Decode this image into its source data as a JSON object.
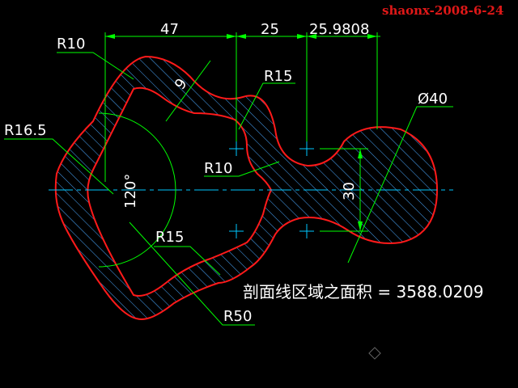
{
  "author_stamp": "shaonx-2008-6-24",
  "dimensions": {
    "top_1": "47",
    "top_2": "25",
    "top_3": "25.9808",
    "r10_top": "R10",
    "r15_top": "R15",
    "r16_5": "R16.5",
    "r10_mid": "R10",
    "r15_bottom": "R15",
    "r50": "R50",
    "diameter": "Ø40",
    "width_9": "9",
    "height_30": "30",
    "angle": "120°"
  },
  "area_note": "剖面线区域之面积 = 3588.0209",
  "colors": {
    "background": "#000000",
    "outline": "#ff1a1a",
    "dimension": "#00ff00",
    "centerline": "#00c8ff",
    "hatch": "#4aa8ff",
    "text": "#ffffff"
  }
}
